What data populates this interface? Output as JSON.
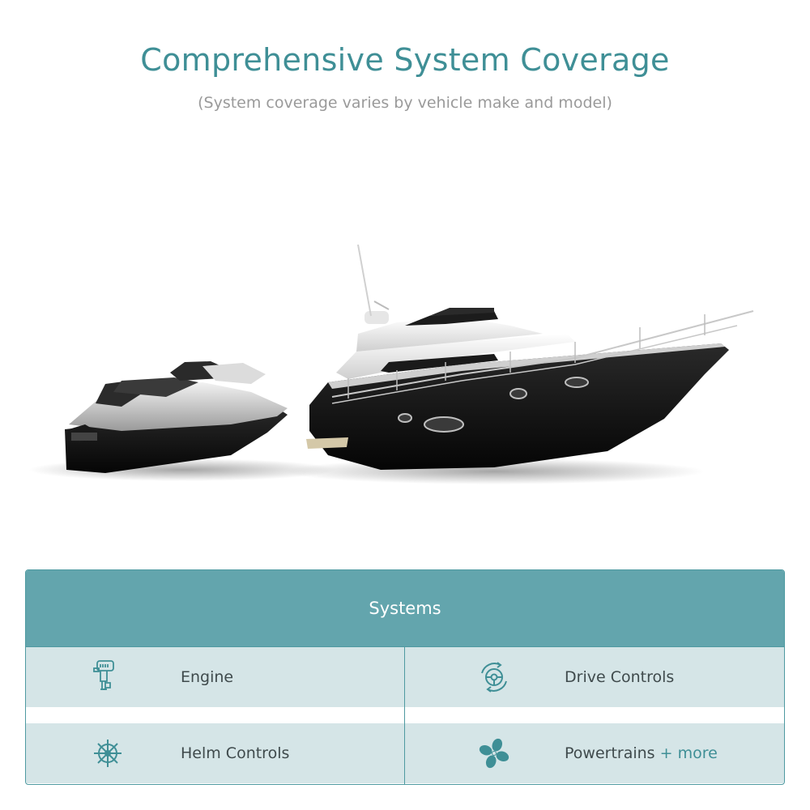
{
  "heading": "Comprehensive System Coverage",
  "subheading": "(System coverage varies by vehicle make and model)",
  "hero": {
    "icons": [
      "jet-ski-image",
      "yacht-image"
    ]
  },
  "systems": {
    "title": "Systems",
    "items": [
      {
        "label": "Engine",
        "icon": "outboard-motor-icon"
      },
      {
        "label": "Drive Controls",
        "icon": "steering-wheel-icon"
      },
      {
        "label": "Helm Controls",
        "icon": "ship-wheel-icon"
      },
      {
        "label": "Powertrains",
        "more": "+ more",
        "icon": "propeller-icon"
      }
    ]
  },
  "colors": {
    "accent": "#3f8f96",
    "header_bg": "#63a5ad",
    "cell_bg": "#d5e5e7",
    "subtitle": "#9a9a9a"
  }
}
